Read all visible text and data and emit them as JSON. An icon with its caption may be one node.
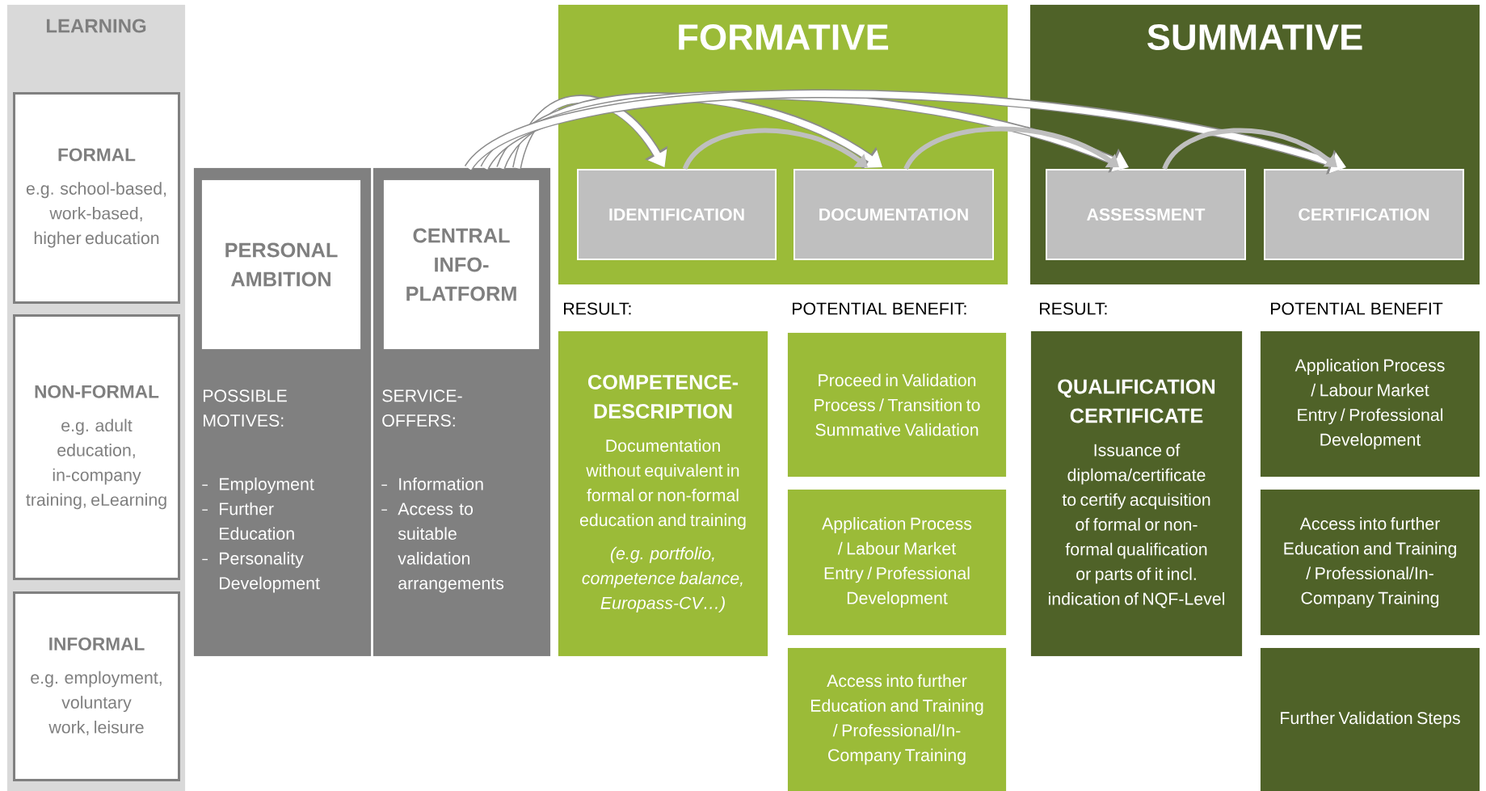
{
  "diagram": {
    "nodes": [
      {
        "text": [
          "LEARNING"
        ]
      },
      {
        "text": [
          "FORMAL",
          "e.g. school-based, work-based, higher education"
        ],
        "in": 0
      },
      {
        "text": [
          "NON-FORMAL",
          "e.g. adult education, in-company training, eLearning"
        ],
        "in": 0
      },
      {
        "text": [
          "INFORMAL",
          "e.g. employment, voluntary work, leisure"
        ],
        "in": 0
      },
      {
        "text": [
          "POSSIBLE MOTIVES:",
          "Employment",
          "Further Education",
          "Personality Development"
        ]
      },
      {
        "text": [
          "PERSONAL AMBITION"
        ],
        "in": 4
      },
      {
        "text": [
          "SERVICE-OFFERS:",
          "Information",
          "Access to suitable validation arrangements"
        ]
      },
      {
        "text": [
          "CENTRAL INFO-PLATFORM"
        ],
        "in": 6
      },
      {
        "text": [
          "FORMATIVE"
        ]
      },
      {
        "text": [
          "IDENTIFICATION"
        ],
        "in": 8
      },
      {
        "text": [
          "DOCUMENTATION"
        ],
        "in": 8
      },
      {
        "text": [
          "SUMMATIVE"
        ]
      },
      {
        "text": [
          "ASSESSMENT"
        ],
        "in": 11
      },
      {
        "text": [
          "CERTIFICATION"
        ],
        "in": 11
      },
      {
        "text": [
          "COMPETENCE-DESCRIPTION",
          "Documentation without equivalent in formal or non-formal education and training",
          "(e.g. portfolio, competence balance, Europass-CV…)"
        ]
      },
      {
        "text": [
          "Proceed in Validation Process / Transition to Summative Validation"
        ]
      },
      {
        "text": [
          "Application Process / Labour Market Entry / Professional Development"
        ]
      },
      {
        "text": [
          "Access into further Education and Training / Professional/In-Company Training"
        ]
      },
      {
        "text": [
          "QUALIFICATION CERTIFICATE",
          "Issuance of diploma/certificate to certify acquisition of formal or non-formal qualification or parts of it incl. indication of NQF-Level"
        ]
      },
      {
        "text": [
          "Application Process / Labour Market Entry / Professional Development"
        ]
      },
      {
        "text": [
          "Access into further Education and Training / Professional/In-Company Training"
        ]
      },
      {
        "text": [
          "Further Validation Steps"
        ]
      }
    ],
    "edges": [
      {
        "from": 6,
        "to": 9,
        "arrow": "to"
      },
      {
        "from": 6,
        "to": 10,
        "arrow": "to"
      },
      {
        "from": 6,
        "to": 12,
        "arrow": "to"
      },
      {
        "from": 6,
        "to": 13,
        "arrow": "to"
      },
      {
        "from": 9,
        "to": 10,
        "arrow": "to",
        "color": "#bfbfbf"
      },
      {
        "from": 10,
        "to": 12,
        "arrow": "to",
        "color": "#bfbfbf"
      },
      {
        "from": 12,
        "to": 13,
        "arrow": "to",
        "color": "#bfbfbf"
      }
    ],
    "labels": [
      "RESULT:",
      "POTENTIAL BENEFIT:",
      "RESULT:",
      "POTENTIAL BENEFIT"
    ]
  }
}
